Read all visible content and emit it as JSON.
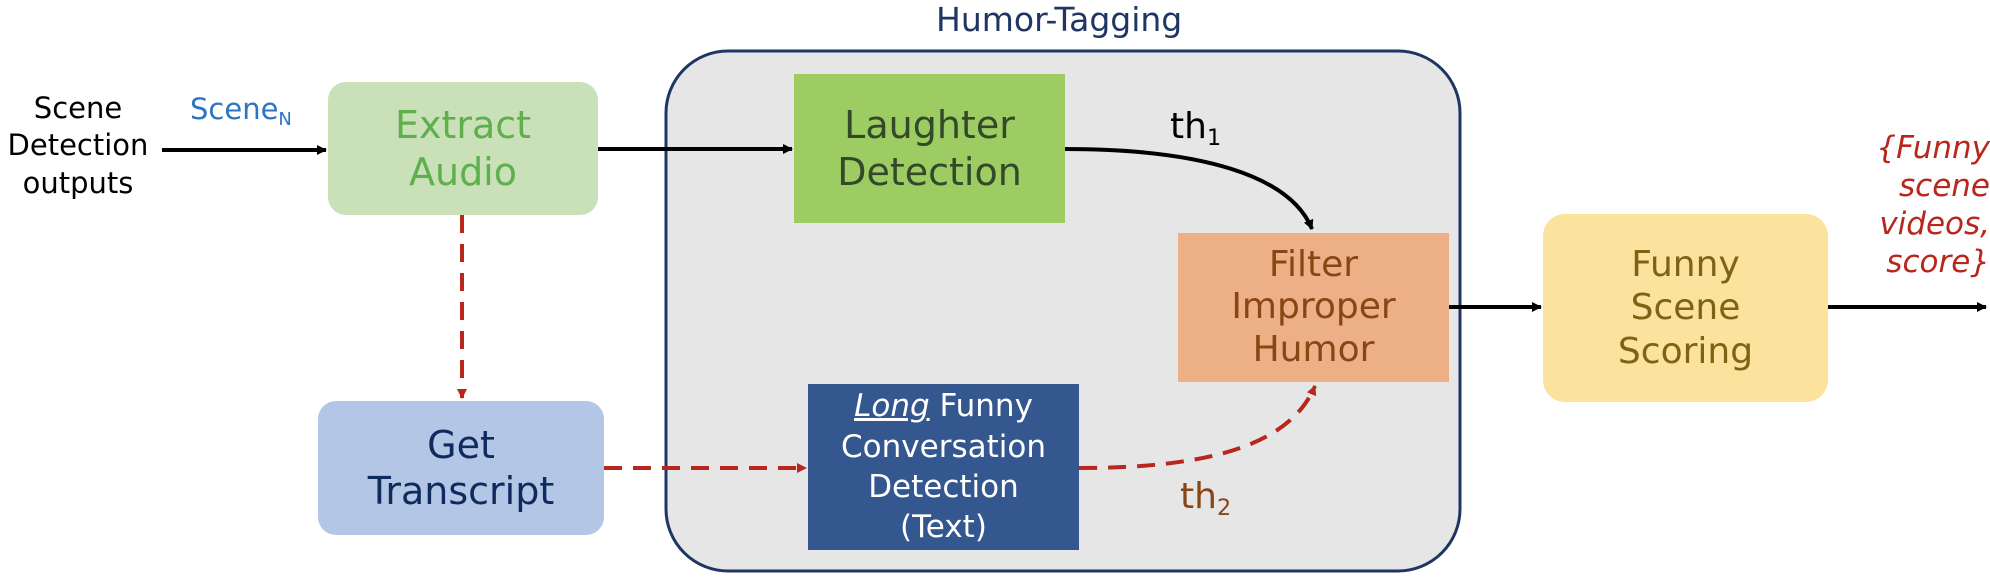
{
  "group": {
    "title": "Humor-Tagging"
  },
  "input": {
    "line1": "Scene",
    "line2": "Detection",
    "line3": "outputs"
  },
  "scene_label": {
    "base": "Scene",
    "sub": "N"
  },
  "nodes": {
    "extract_audio": {
      "line1": "Extract",
      "line2": "Audio"
    },
    "get_transcript": {
      "line1": "Get",
      "line2": "Transcript"
    },
    "laughter_detection": {
      "line1": "Laughter",
      "line2": "Detection"
    },
    "funny_conversation": {
      "emph": "Long",
      "line1_rest": " Funny",
      "line2": "Conversation",
      "line3": "Detection",
      "line4": "(Text)"
    },
    "filter": {
      "line1": "Filter",
      "line2": "Improper",
      "line3": "Humor"
    },
    "scoring": {
      "line1": "Funny",
      "line2": "Scene",
      "line3": "Scoring"
    }
  },
  "thresholds": {
    "th1": {
      "base": "th",
      "sub": "1"
    },
    "th2": {
      "base": "th",
      "sub": "2"
    }
  },
  "output": {
    "line1": "{Funny",
    "line2": "scene",
    "line3": "videos,",
    "line4": "score}"
  },
  "colors": {
    "group_fill": "#e6e6e6",
    "group_border": "#1f3564",
    "extract_fill": "#c9e0b8",
    "extract_text": "#5fb04d",
    "transcript_fill": "#b4c6e5",
    "transcript_text": "#0f2a5c",
    "laughter_fill": "#9dcc62",
    "laughter_text": "#34482a",
    "conversation_fill": "#34578f",
    "filter_fill": "#edb086",
    "filter_text": "#8a4514",
    "scoring_fill": "#fce39d",
    "scoring_text": "#7e6315",
    "dashed_arrow": "#b8261c",
    "output_text": "#b8261c",
    "scene_label": "#2b75c4",
    "th2_text": "#8a4514",
    "title_text": "#1f3564"
  }
}
